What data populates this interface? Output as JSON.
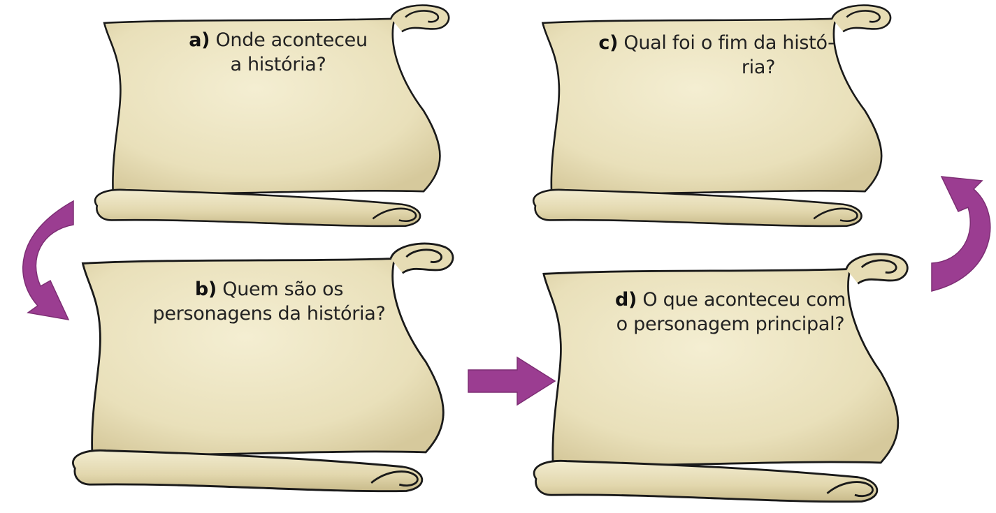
{
  "colors": {
    "arrow": "#9b3d91",
    "parchment": "#ece4c1",
    "parchment_shade": "#d8cda3",
    "outline": "#1a1a1a"
  },
  "scrolls": [
    {
      "id": "a",
      "letter": "a)",
      "question_line1": "Onde aconteceu",
      "question_line2": "a história?"
    },
    {
      "id": "b",
      "letter": "b)",
      "question_line1": "Quem são os",
      "question_line2": "personagens da história?"
    },
    {
      "id": "c",
      "letter": "c)",
      "question_line1": "Qual foi o fim da histó-",
      "question_line2": "ria?"
    },
    {
      "id": "d",
      "letter": "d)",
      "question_line1": "O que aconteceu com",
      "question_line2": "o personagem principal?"
    }
  ],
  "arrows": [
    {
      "id": "a-to-b",
      "icon": "curved-arrow-down-icon"
    },
    {
      "id": "b-to-d",
      "icon": "arrow-right-icon"
    },
    {
      "id": "d-to-c",
      "icon": "curved-arrow-up-icon"
    }
  ]
}
